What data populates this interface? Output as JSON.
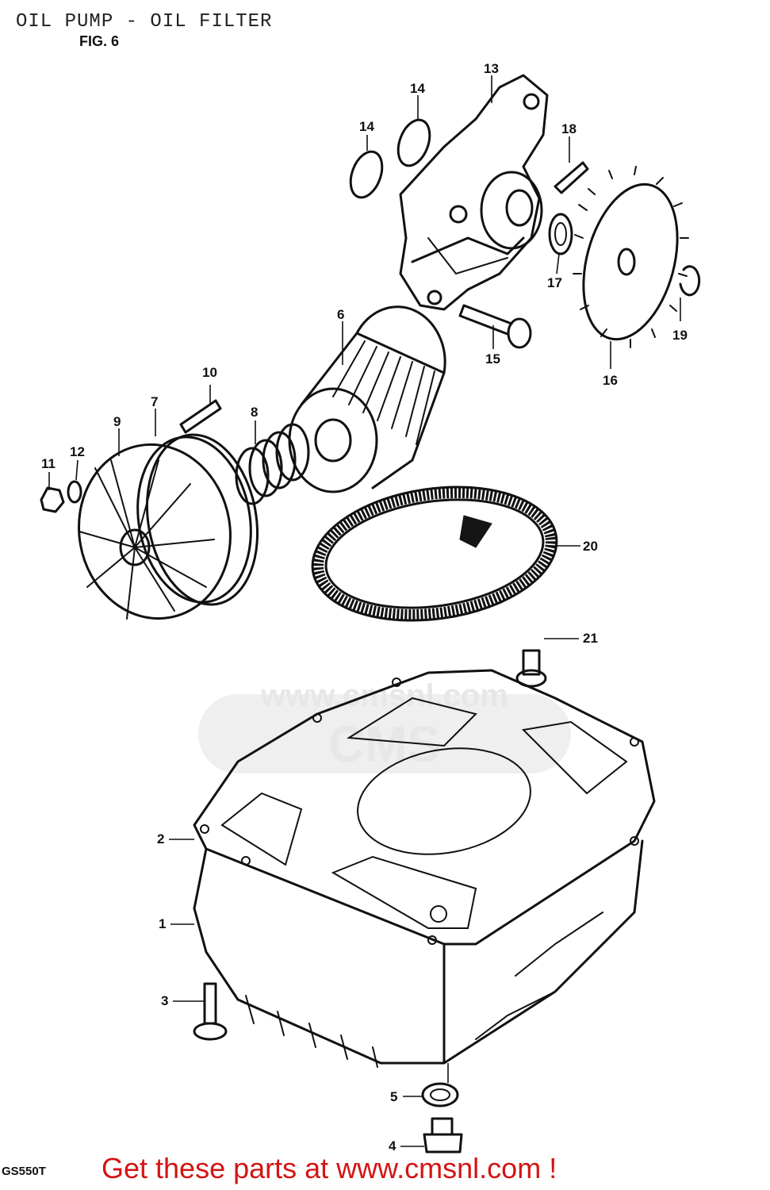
{
  "header": {
    "title": "OIL PUMP - OIL FILTER",
    "figure": "FIG. 6"
  },
  "footer": {
    "model": "GS550T",
    "link_text": "Get these parts at www.cmsnl.com !"
  },
  "watermark": {
    "brand": "CMS",
    "url": "www.cmsnl.com"
  },
  "colors": {
    "ink": "#111111",
    "footer_link": "#d31414",
    "watermark": "#e7e7e7"
  },
  "callouts": {
    "c1": "1",
    "c2": "2",
    "c3": "3",
    "c4": "4",
    "c5": "5",
    "c6": "6",
    "c7": "7",
    "c8": "8",
    "c9": "9",
    "c10": "10",
    "c11": "11",
    "c12": "12",
    "c13": "13",
    "c14a": "14",
    "c14b": "14",
    "c15": "15",
    "c16": "16",
    "c17": "17",
    "c18": "18",
    "c19": "19",
    "c20": "20",
    "c21": "21"
  }
}
